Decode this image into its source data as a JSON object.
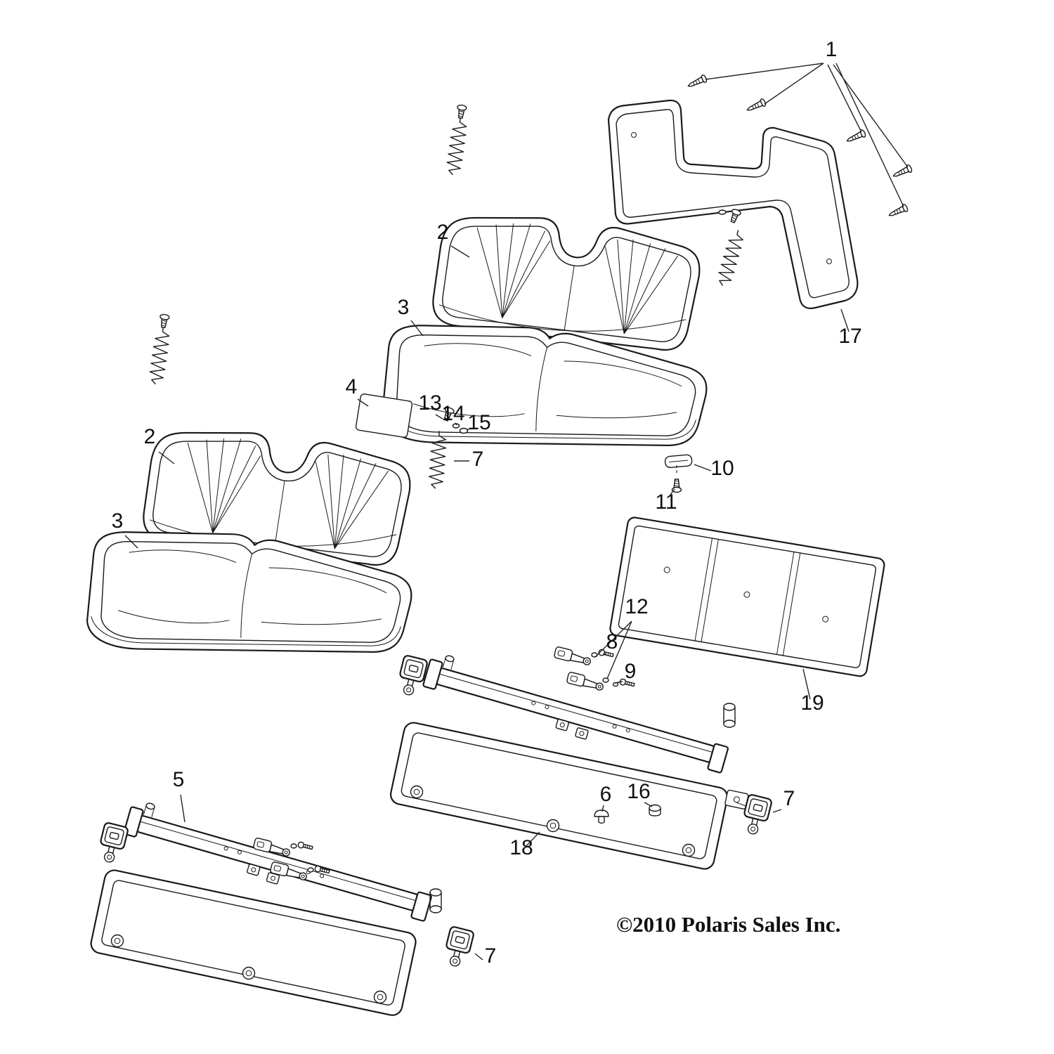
{
  "diagram": {
    "copyright": "©2010 Polaris Sales Inc.",
    "ink_color": "#1a1a1a",
    "background_color": "#ffffff",
    "callouts": {
      "n1": "1",
      "n2a": "2",
      "n2b": "2",
      "n3a": "3",
      "n3b": "3",
      "n4": "4",
      "n5": "5",
      "n6": "6",
      "n7a": "7",
      "n7b": "7",
      "n7c": "7",
      "n8": "8",
      "n9": "9",
      "n10": "10",
      "n11": "11",
      "n12": "12",
      "n13": "13",
      "n14": "14",
      "n15": "15",
      "n16": "16",
      "n17": "17",
      "n18": "18",
      "n19": "19"
    }
  }
}
